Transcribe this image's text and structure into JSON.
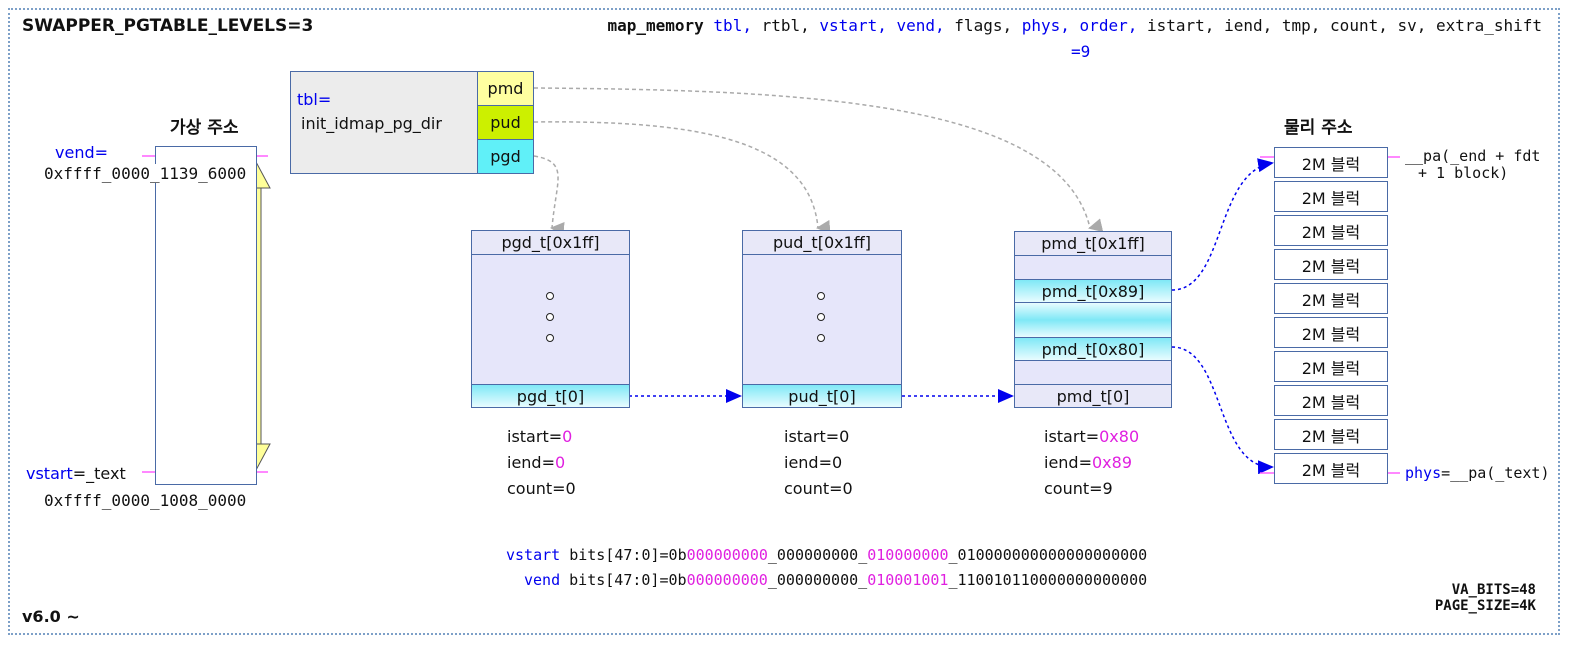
{
  "title": "SWAPPER_PGTABLE_LEVELS=3",
  "version": "v6.0 ~",
  "func": {
    "name": "map_memory",
    "params": [
      {
        "text": "tbl,",
        "blue": true
      },
      {
        "text": "rtbl,",
        "blue": false
      },
      {
        "text": "vstart,",
        "blue": true
      },
      {
        "text": "vend,",
        "blue": true
      },
      {
        "text": "flags,",
        "blue": false
      },
      {
        "text": "phys,",
        "blue": true
      },
      {
        "text": "order,",
        "blue": true
      },
      {
        "text": "istart,",
        "blue": false
      },
      {
        "text": "iend,",
        "blue": false
      },
      {
        "text": "tmp,",
        "blue": false
      },
      {
        "text": "count,",
        "blue": false
      },
      {
        "text": "sv,",
        "blue": false
      },
      {
        "text": "extra_shift",
        "blue": false
      }
    ],
    "order_value": "=9"
  },
  "virtual": {
    "label": "가상 주소",
    "vend_label": "vend=",
    "vend_addr": "0xffff_0000_1139_6000",
    "vstart_label": "vstart",
    "vstart_suffix": "=_text",
    "vstart_addr": "0xffff_0000_1008_0000"
  },
  "tbl": {
    "prefix": "tbl=",
    "name": "init_idmap_pg_dir",
    "cells": [
      "pmd",
      "pud",
      "pgd"
    ],
    "cell_colors": [
      "#ffffa0",
      "#ccf000",
      "#60f0f8"
    ]
  },
  "pgd": {
    "head": "pgd_t[0x1ff]",
    "foot": "pgd_t[0]",
    "istart_label": "istart=",
    "istart": "0",
    "iend_label": "iend=",
    "iend": "0",
    "count_label": "count=",
    "count": "0"
  },
  "pud": {
    "head": "pud_t[0x1ff]",
    "foot": "pud_t[0]",
    "istart_label": "istart=",
    "istart": "0",
    "iend_label": "iend=",
    "iend": "0",
    "count_label": "count=",
    "count": "0"
  },
  "pmd": {
    "head": "pmd_t[0x1ff]",
    "e89": "pmd_t[0x89]",
    "e80": "pmd_t[0x80]",
    "foot": "pmd_t[0]",
    "istart_label": "istart=",
    "istart": "0x80",
    "iend_label": "iend=",
    "iend": "0x89",
    "count_label": "count=",
    "count": "9"
  },
  "physical": {
    "label": "물리 주소",
    "block": "2M  블럭",
    "block_count": 10,
    "end_label_1": "__pa(_end + fdt",
    "end_label_2": "+ 1 block)",
    "phys_label": "phys",
    "phys_suffix": "=__pa(_text)"
  },
  "bits": {
    "vstart_name": "vstart",
    "vend_name": "vend",
    "prefix": "bits[47:0]=0b",
    "vstart_parts": [
      "000000000",
      "_000000000_",
      "010000000",
      "_010000000000000000000"
    ],
    "vend_parts": [
      "000000000",
      "_000000000_",
      "010001001",
      "_110010110000000000000"
    ]
  },
  "footer": {
    "va_bits": "VA_BITS=48",
    "page_size": "PAGE_SIZE=4K"
  },
  "colors": {
    "blue": "#0000ee",
    "magenta": "#e020e0",
    "arrow": "#0000ee",
    "gray_arrow": "#aaaaaa"
  }
}
